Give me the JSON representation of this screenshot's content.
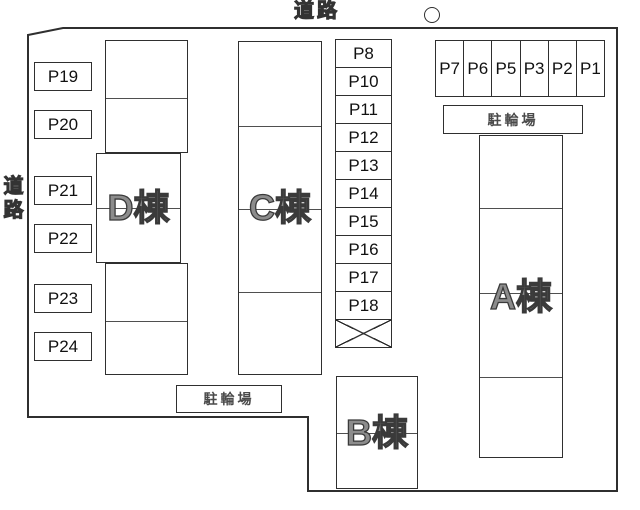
{
  "road": {
    "top_label": "道路",
    "left_label": "道路"
  },
  "buildings": {
    "a": "A棟",
    "b": "B棟",
    "c": "C棟",
    "d": "D棟"
  },
  "bike_parking": {
    "top": "駐輪場",
    "bottom": "駐輪場"
  },
  "parking": {
    "left_column": [
      "P19",
      "P20",
      "P21",
      "P22",
      "P23",
      "P24"
    ],
    "middle_column": [
      "P8",
      "P10",
      "P11",
      "P12",
      "P13",
      "P14",
      "P15",
      "P16",
      "P17",
      "P18"
    ],
    "top_row": [
      "P7",
      "P6",
      "P5",
      "P3",
      "P2",
      "P1"
    ]
  },
  "colors": {
    "line": "#2f2f2f",
    "building_label_fill": "#8c8c8c",
    "building_label_outline": "#3a3a3a",
    "text": "#111111"
  }
}
